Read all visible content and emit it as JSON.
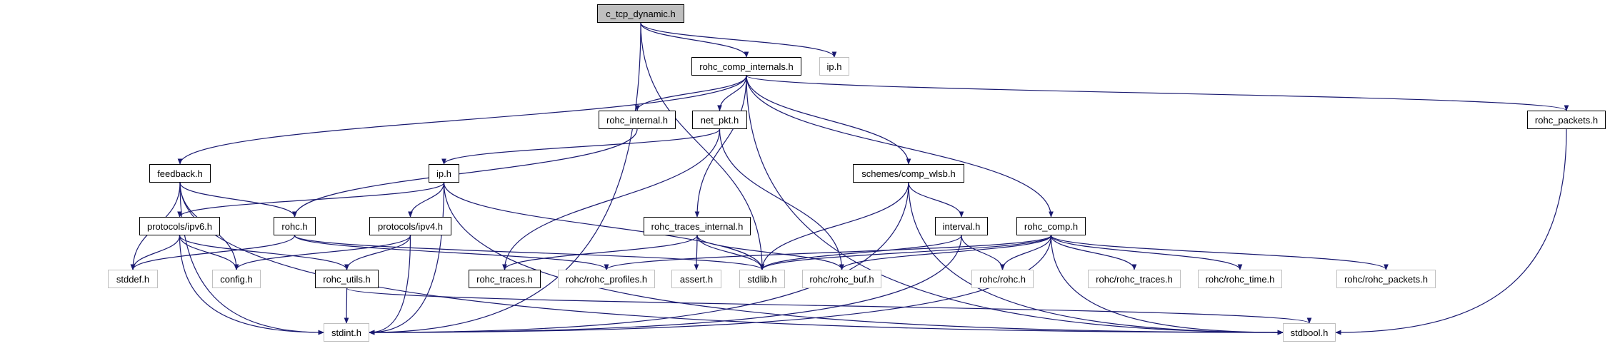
{
  "edge_color": "#191970",
  "nodes": [
    {
      "id": "c_tcp_dynamic",
      "label": "c_tcp_dynamic.h",
      "kind": "root"
    },
    {
      "id": "rohc_comp_internals",
      "label": "rohc_comp_internals.h",
      "kind": "doc"
    },
    {
      "id": "ip_ext",
      "label": "ip.h",
      "kind": "ext"
    },
    {
      "id": "rohc_internal",
      "label": "rohc_internal.h",
      "kind": "doc"
    },
    {
      "id": "net_pkt",
      "label": "net_pkt.h",
      "kind": "doc"
    },
    {
      "id": "rohc_packets",
      "label": "rohc_packets.h",
      "kind": "doc"
    },
    {
      "id": "feedback",
      "label": "feedback.h",
      "kind": "doc"
    },
    {
      "id": "ip",
      "label": "ip.h",
      "kind": "doc"
    },
    {
      "id": "comp_wlsb",
      "label": "schemes/comp_wlsb.h",
      "kind": "doc"
    },
    {
      "id": "ipv6",
      "label": "protocols/ipv6.h",
      "kind": "doc"
    },
    {
      "id": "rohc",
      "label": "rohc.h",
      "kind": "doc"
    },
    {
      "id": "ipv4",
      "label": "protocols/ipv4.h",
      "kind": "doc"
    },
    {
      "id": "rohc_traces_internal",
      "label": "rohc_traces_internal.h",
      "kind": "doc"
    },
    {
      "id": "interval",
      "label": "interval.h",
      "kind": "doc"
    },
    {
      "id": "rohc_comp",
      "label": "rohc_comp.h",
      "kind": "doc"
    },
    {
      "id": "stddef",
      "label": "stddef.h",
      "kind": "ext"
    },
    {
      "id": "config",
      "label": "config.h",
      "kind": "ext"
    },
    {
      "id": "rohc_utils",
      "label": "rohc_utils.h",
      "kind": "doc"
    },
    {
      "id": "rohc_traces",
      "label": "rohc_traces.h",
      "kind": "doc"
    },
    {
      "id": "rohc_profiles",
      "label": "rohc/rohc_profiles.h",
      "kind": "ext"
    },
    {
      "id": "assert",
      "label": "assert.h",
      "kind": "ext"
    },
    {
      "id": "stdlib",
      "label": "stdlib.h",
      "kind": "ext"
    },
    {
      "id": "rohc_buf",
      "label": "rohc/rohc_buf.h",
      "kind": "ext"
    },
    {
      "id": "rohc_rohc",
      "label": "rohc/rohc.h",
      "kind": "ext"
    },
    {
      "id": "rohc_rohc_traces",
      "label": "rohc/rohc_traces.h",
      "kind": "ext"
    },
    {
      "id": "rohc_time",
      "label": "rohc/rohc_time.h",
      "kind": "ext"
    },
    {
      "id": "rohc_rohc_packets",
      "label": "rohc/rohc_packets.h",
      "kind": "ext"
    },
    {
      "id": "stdint",
      "label": "stdint.h",
      "kind": "ext"
    },
    {
      "id": "stdbool",
      "label": "stdbool.h",
      "kind": "ext"
    }
  ],
  "edges": [
    [
      "c_tcp_dynamic",
      "rohc_comp_internals"
    ],
    [
      "c_tcp_dynamic",
      "ip_ext"
    ],
    [
      "c_tcp_dynamic",
      "stdint"
    ],
    [
      "c_tcp_dynamic",
      "stdlib"
    ],
    [
      "rohc_comp_internals",
      "feedback"
    ],
    [
      "rohc_comp_internals",
      "rohc_internal"
    ],
    [
      "rohc_comp_internals",
      "net_pkt"
    ],
    [
      "rohc_comp_internals",
      "rohc_traces_internal"
    ],
    [
      "rohc_comp_internals",
      "comp_wlsb"
    ],
    [
      "rohc_comp_internals",
      "rohc_comp"
    ],
    [
      "rohc_comp_internals",
      "stdbool"
    ],
    [
      "rohc_comp_internals",
      "rohc_packets"
    ],
    [
      "rohc_internal",
      "rohc"
    ],
    [
      "net_pkt",
      "ip"
    ],
    [
      "net_pkt",
      "rohc_traces"
    ],
    [
      "net_pkt",
      "rohc_buf"
    ],
    [
      "rohc_packets",
      "stdbool"
    ],
    [
      "feedback",
      "stdint"
    ],
    [
      "feedback",
      "stddef"
    ],
    [
      "feedback",
      "config"
    ],
    [
      "feedback",
      "rohc"
    ],
    [
      "feedback",
      "stdbool"
    ],
    [
      "ip",
      "ipv6"
    ],
    [
      "ip",
      "ipv4"
    ],
    [
      "ip",
      "stdint"
    ],
    [
      "ip",
      "stdlib"
    ],
    [
      "ip",
      "stdbool"
    ],
    [
      "ipv6",
      "stddef"
    ],
    [
      "ipv6",
      "config"
    ],
    [
      "ipv6",
      "rohc_utils"
    ],
    [
      "ipv6",
      "stdint"
    ],
    [
      "rohc",
      "stddef"
    ],
    [
      "rohc",
      "rohc_profiles"
    ],
    [
      "rohc",
      "stdlib"
    ],
    [
      "ipv4",
      "config"
    ],
    [
      "ipv4",
      "rohc_utils"
    ],
    [
      "ipv4",
      "stdint"
    ],
    [
      "rohc_utils",
      "stdint"
    ],
    [
      "rohc_utils",
      "stdbool"
    ],
    [
      "rohc_traces_internal",
      "rohc_traces"
    ],
    [
      "rohc_traces_internal",
      "assert"
    ],
    [
      "rohc_traces_internal",
      "stdlib"
    ],
    [
      "rohc_traces_internal",
      "rohc_buf"
    ],
    [
      "comp_wlsb",
      "interval"
    ],
    [
      "comp_wlsb",
      "stdlib"
    ],
    [
      "comp_wlsb",
      "stdint"
    ],
    [
      "comp_wlsb",
      "stdbool"
    ],
    [
      "interval",
      "stdlib"
    ],
    [
      "interval",
      "rohc_rohc"
    ],
    [
      "interval",
      "stdint"
    ],
    [
      "rohc_comp",
      "rohc_profiles"
    ],
    [
      "rohc_comp",
      "stdlib"
    ],
    [
      "rohc_comp",
      "rohc_buf"
    ],
    [
      "rohc_comp",
      "rohc_rohc"
    ],
    [
      "rohc_comp",
      "rohc_rohc_traces"
    ],
    [
      "rohc_comp",
      "rohc_time"
    ],
    [
      "rohc_comp",
      "rohc_rohc_packets"
    ],
    [
      "rohc_comp",
      "stdbool"
    ],
    [
      "rohc_comp",
      "stdint"
    ]
  ]
}
